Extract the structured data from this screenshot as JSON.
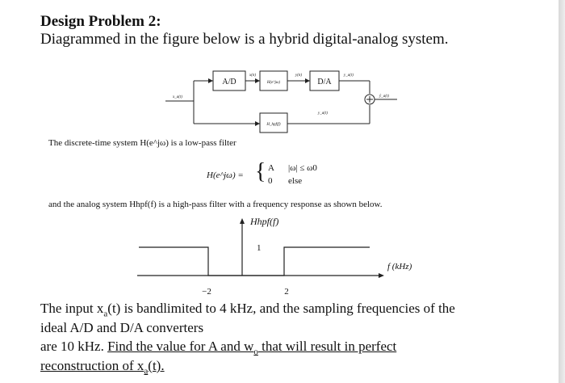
{
  "problem": {
    "title": "Design Problem 2:",
    "intro": "Diagrammed in the figure below is a hybrid digital-analog system."
  },
  "block_diagram": {
    "ad_label": "A/D",
    "da_label": "D/A",
    "signal_xa": "x_a(t)",
    "signal_xn": "x(n)",
    "signal_yn": "y(n)",
    "signal_ya": "y_a(t)",
    "signal_yhat": "ŷ_a(t)",
    "filter_h": "H(e^jω)",
    "filter_hpf": "H_hpf(f)",
    "sum_symbol": "+"
  },
  "filter_desc": {
    "lowpass_sentence": "The discrete-time system H(e^jω) is a low-pass filter",
    "lhs": "H(e^jω) =",
    "case1_value": "A",
    "case1_cond": "|ω| ≤ ω0",
    "case2_value": "0",
    "case2_cond": "else",
    "highpass_sentence": "and the analog system Hhpf(f) is a high-pass filter with a frequency response as shown below."
  },
  "response_plot": {
    "y_axis_label": "Hhpf(f)",
    "x_axis_label": "f (kHz)",
    "level_label": "1",
    "tick_left": "−2",
    "tick_right": "2"
  },
  "question": {
    "line1": "The input x",
    "line1_sub": "a",
    "line1_rest": "(t) is bandlimited to 4 kHz, and the sampling frequencies of the",
    "line2": "ideal A/D and D/A converters",
    "line3_plain": "are 10 kHz. ",
    "line3_u1": "Find the value for A and w",
    "line3_sub": "o",
    "line3_u2": " that will result in perfect",
    "line4_u": "reconstruction of x",
    "line4_sub": "a",
    "line4_end": "(t)."
  }
}
